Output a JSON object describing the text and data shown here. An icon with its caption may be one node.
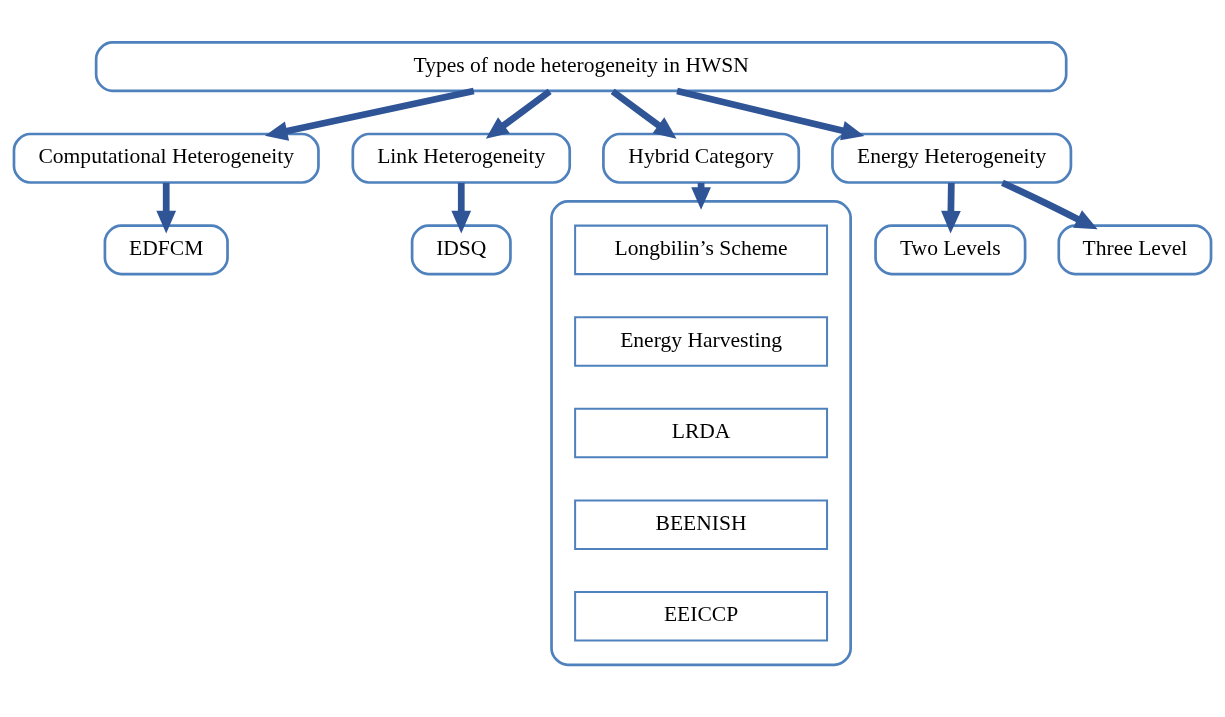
{
  "diagram": {
    "nodes": [
      {
        "text": [
          "Types of node heterogeneity in HWSN"
        ]
      },
      {
        "text": [
          "Computational Heterogeneity"
        ]
      },
      {
        "text": [
          "Link Heterogeneity"
        ]
      },
      {
        "text": [
          "Hybrid Category"
        ]
      },
      {
        "text": [
          "Energy Heterogeneity"
        ]
      },
      {
        "text": [
          "EDFCM"
        ]
      },
      {
        "text": [
          "IDSQ"
        ]
      },
      {
        "text": [],
        "shape": "box"
      },
      {
        "text": [
          "Longbilin’s Scheme"
        ],
        "in": 7
      },
      {
        "text": [
          "Energy Harvesting"
        ],
        "in": 7
      },
      {
        "text": [
          "LRDA"
        ],
        "in": 7
      },
      {
        "text": [
          "BEENISH"
        ],
        "in": 7
      },
      {
        "text": [
          "EEICCP"
        ],
        "in": 7
      },
      {
        "text": [
          "Two Levels"
        ]
      },
      {
        "text": [
          "Three Level"
        ]
      }
    ],
    "edges": [
      {
        "from": 0,
        "to": 1,
        "arrow": "to"
      },
      {
        "from": 0,
        "to": 2,
        "arrow": "to"
      },
      {
        "from": 0,
        "to": 3,
        "arrow": "to"
      },
      {
        "from": 0,
        "to": 4,
        "arrow": "to"
      },
      {
        "from": 1,
        "to": 5,
        "arrow": "to"
      },
      {
        "from": 2,
        "to": 6,
        "arrow": "to"
      },
      {
        "from": 3,
        "to": 7,
        "arrow": "to"
      },
      {
        "from": 4,
        "to": 13,
        "arrow": "to"
      },
      {
        "from": 4,
        "to": 14,
        "arrow": "to"
      }
    ]
  }
}
